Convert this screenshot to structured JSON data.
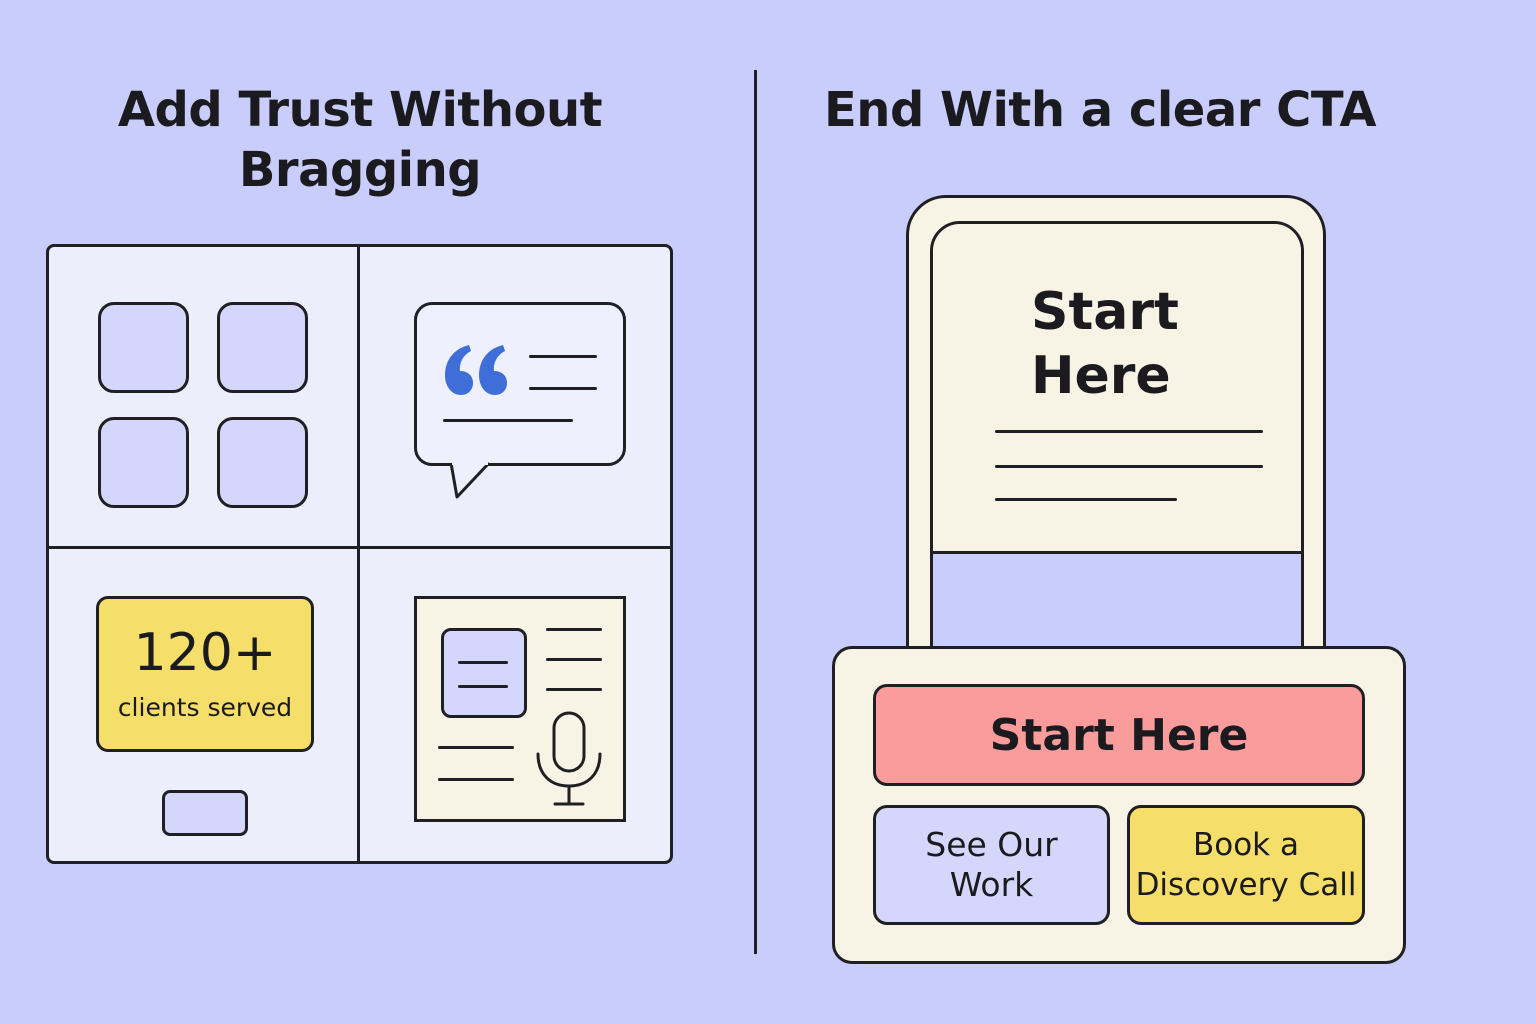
{
  "left_panel": {
    "title_line1": "Add Trust Without",
    "title_line2": "Bragging",
    "stat_number": "120+",
    "stat_label": "clients served"
  },
  "right_panel": {
    "title": "End With a clear CTA",
    "screen_heading_line1": "Start",
    "screen_heading_line2": "Here",
    "primary_cta": "Start Here",
    "secondary_cta_line1": "See Our",
    "secondary_cta_line2": "Work",
    "tertiary_cta_line1": "Book a",
    "tertiary_cta_line2": "Discovery Call"
  },
  "colors": {
    "background": "#c9cdfb",
    "quote_accent": "#3f6ed8",
    "stat_yellow": "#f5de6a",
    "cta_red": "#fa9c9c",
    "cream": "#f7f3e5"
  },
  "icons": [
    "logo-grid-icon",
    "quote-bubble-icon",
    "document-icon",
    "microphone-icon"
  ]
}
